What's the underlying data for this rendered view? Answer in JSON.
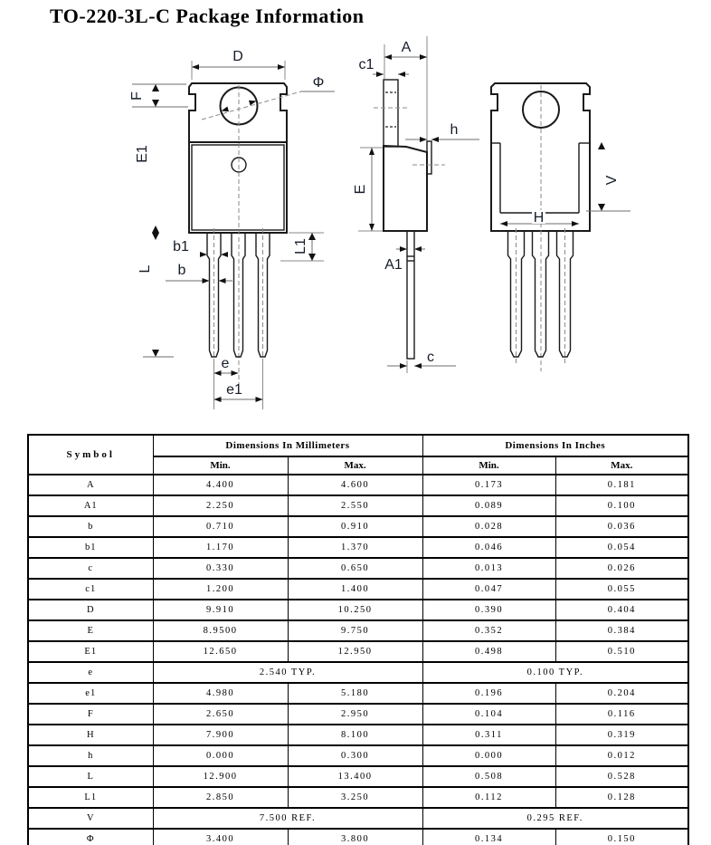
{
  "title": "TO-220-3L-C Package Information",
  "drawing": {
    "front_view": {
      "D": "D",
      "phi": "Φ",
      "F": "F",
      "E1": "E1",
      "b1": "b1",
      "L": "L",
      "b": "b",
      "L1": "L1",
      "e": "e",
      "e1": "e1"
    },
    "side_view": {
      "A": "A",
      "c1": "c1",
      "h": "h",
      "E": "E",
      "A1": "A1",
      "c": "c"
    },
    "back_view": {
      "H": "H",
      "V": "V"
    }
  },
  "table": {
    "header": {
      "symbol": "Symbol",
      "mm": "Dimensions In Millimeters",
      "inches": "Dimensions In Inches"
    },
    "subheader": [
      "Min.",
      "Max.",
      "Min.",
      "Max."
    ],
    "rows": [
      {
        "symbol": "A",
        "mm_min": "4.400",
        "mm_max": "4.600",
        "in_min": "0.173",
        "in_max": "0.181"
      },
      {
        "symbol": "A1",
        "mm_min": "2.250",
        "mm_max": "2.550",
        "in_min": "0.089",
        "in_max": "0.100"
      },
      {
        "symbol": "b",
        "mm_min": "0.710",
        "mm_max": "0.910",
        "in_min": "0.028",
        "in_max": "0.036"
      },
      {
        "symbol": "b1",
        "mm_min": "1.170",
        "mm_max": "1.370",
        "in_min": "0.046",
        "in_max": "0.054"
      },
      {
        "symbol": "c",
        "mm_min": "0.330",
        "mm_max": "0.650",
        "in_min": "0.013",
        "in_max": "0.026"
      },
      {
        "symbol": "c1",
        "mm_min": "1.200",
        "mm_max": "1.400",
        "in_min": "0.047",
        "in_max": "0.055"
      },
      {
        "symbol": "D",
        "mm_min": "9.910",
        "mm_max": "10.250",
        "in_min": "0.390",
        "in_max": "0.404"
      },
      {
        "symbol": "E",
        "mm_min": "8.9500",
        "mm_max": "9.750",
        "in_min": "0.352",
        "in_max": "0.384"
      },
      {
        "symbol": "E1",
        "mm_min": "12.650",
        "mm_max": "12.950",
        "in_min": "0.498",
        "in_max": "0.510"
      },
      {
        "symbol": "e",
        "mm_span": "2.540 TYP.",
        "in_span": "0.100 TYP."
      },
      {
        "symbol": "e1",
        "mm_min": "4.980",
        "mm_max": "5.180",
        "in_min": "0.196",
        "in_max": "0.204"
      },
      {
        "symbol": "F",
        "mm_min": "2.650",
        "mm_max": "2.950",
        "in_min": "0.104",
        "in_max": "0.116"
      },
      {
        "symbol": "H",
        "mm_min": "7.900",
        "mm_max": "8.100",
        "in_min": "0.311",
        "in_max": "0.319"
      },
      {
        "symbol": "h",
        "mm_min": "0.000",
        "mm_max": "0.300",
        "in_min": "0.000",
        "in_max": "0.012"
      },
      {
        "symbol": "L",
        "mm_min": "12.900",
        "mm_max": "13.400",
        "in_min": "0.508",
        "in_max": "0.528"
      },
      {
        "symbol": "L1",
        "mm_min": "2.850",
        "mm_max": "3.250",
        "in_min": "0.112",
        "in_max": "0.128"
      },
      {
        "symbol": "V",
        "mm_span": "7.500 REF.",
        "in_span": "0.295 REF."
      },
      {
        "symbol": "Φ",
        "mm_min": "3.400",
        "mm_max": "3.800",
        "in_min": "0.134",
        "in_max": "0.150"
      }
    ]
  }
}
